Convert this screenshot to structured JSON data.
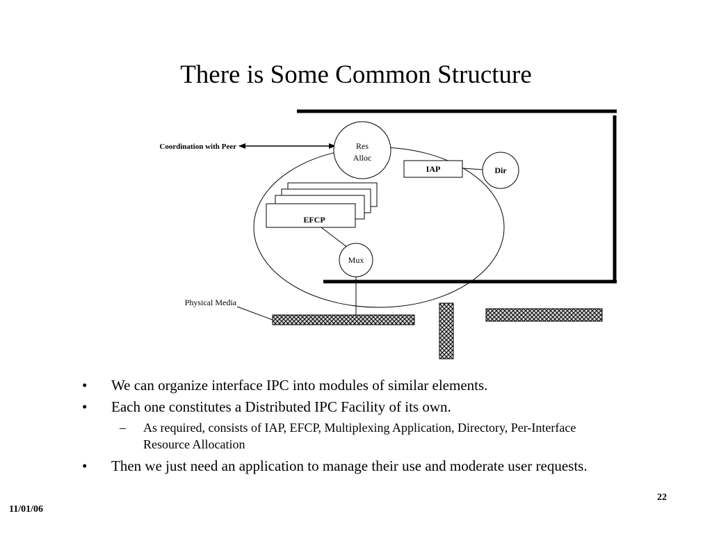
{
  "slide": {
    "title": "There is Some Common Structure",
    "date": "11/01/06",
    "page_number": "22"
  },
  "diagram": {
    "labels": {
      "coordination": "Coordination with Peer",
      "res_line1": "Res",
      "res_line2": "Alloc",
      "iap": "IAP",
      "dir": "Dir",
      "efcp": "EFCP",
      "mux": "Mux",
      "physical_media": "Physical Media"
    }
  },
  "bullets": [
    {
      "level": 1,
      "marker": "•",
      "text": "We can organize interface IPC into modules of similar elements."
    },
    {
      "level": 1,
      "marker": "•",
      "text": "Each one constitutes a Distributed IPC Facility of its own."
    },
    {
      "level": 2,
      "marker": "–",
      "text": "As required, consists of IAP, EFCP, Multiplexing Application, Directory, Per-Interface Resource Allocation"
    },
    {
      "level": 1,
      "marker": "•",
      "text": "Then we just need  an application to manage their use and moderate user requests."
    }
  ]
}
